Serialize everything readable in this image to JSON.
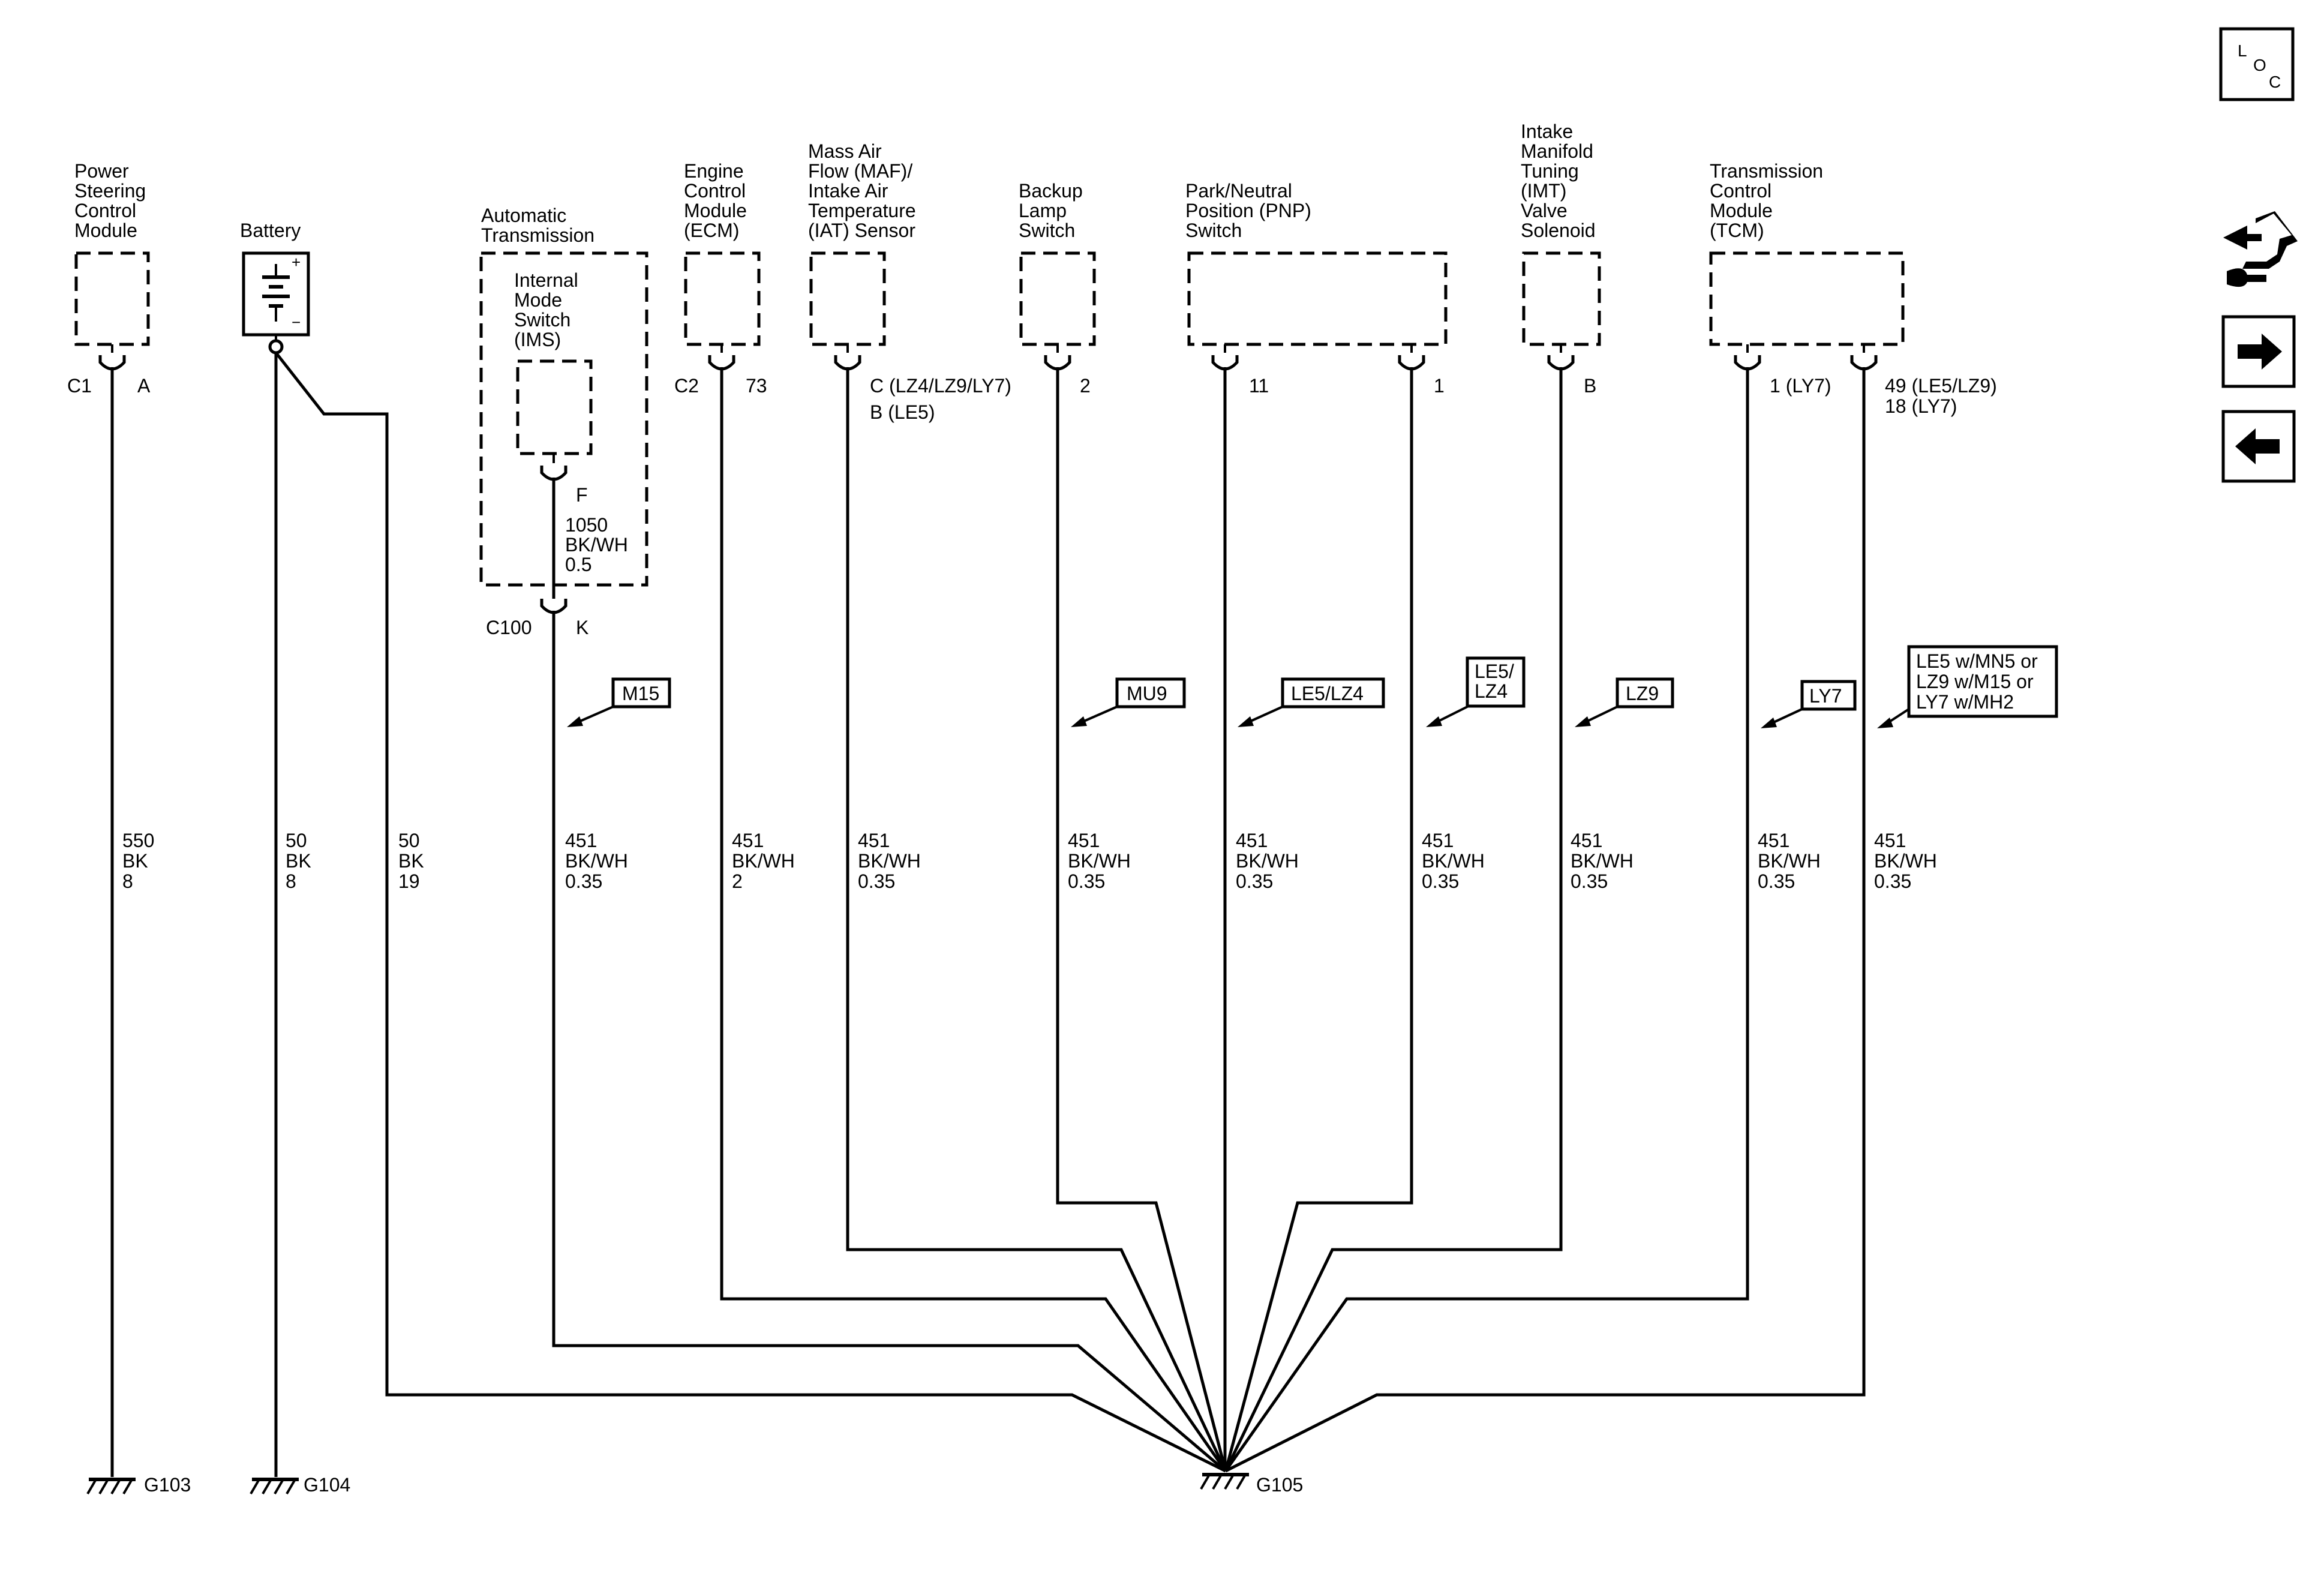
{
  "components": {
    "pscm": [
      "Power",
      "Steering",
      "Control",
      "Module"
    ],
    "battery": [
      "Battery"
    ],
    "auto_trans": [
      "Automatic",
      "Transmission"
    ],
    "ims": [
      "Internal",
      "Mode",
      "Switch",
      "(IMS)"
    ],
    "ecm": [
      "Engine",
      "Control",
      "Module",
      "(ECM)"
    ],
    "maf": [
      "Mass Air",
      "Flow (MAF)/",
      "Intake Air",
      "Temperature",
      "(IAT) Sensor"
    ],
    "backup": [
      "Backup",
      "Lamp",
      "Switch"
    ],
    "pnp": [
      "Park/Neutral",
      "Position (PNP)",
      "Switch"
    ],
    "imt": [
      "Intake",
      "Manifold",
      "Tuning",
      "(IMT)",
      "Valve",
      "Solenoid"
    ],
    "tcm": [
      "Transmission",
      "Control",
      "Module",
      "(TCM)"
    ]
  },
  "pins": {
    "pscm_conn": "C1",
    "pscm_pin": "A",
    "ims_pin": "F",
    "c100_conn": "C100",
    "c100_pin": "K",
    "ecm_conn": "C2",
    "ecm_pin": "73",
    "maf_pin_1": "C (LZ4/LZ9/LY7)",
    "maf_pin_2": "B (LE5)",
    "backup_pin": "2",
    "pnp_pin_1": "11",
    "pnp_pin_2": "1",
    "imt_pin": "B",
    "tcm_pin_1": "1 (LY7)",
    "tcm_pin_2a": "49 (LE5/LZ9)",
    "tcm_pin_2b": "18 (LY7)"
  },
  "wires": {
    "pscm": [
      "550",
      "BK",
      "8"
    ],
    "bat1": [
      "50",
      "BK",
      "8"
    ],
    "bat2": [
      "50",
      "BK",
      "19"
    ],
    "ims": [
      "1050",
      "BK/WH",
      "0.5"
    ],
    "w451": [
      "451",
      "BK/WH",
      "0.35"
    ],
    "ecm": [
      "451",
      "BK/WH",
      "2"
    ]
  },
  "options": {
    "m15": "M15",
    "mu9": "MU9",
    "le5lz4": "LE5/LZ4",
    "le5lz4_stack": [
      "LE5/",
      "LZ4"
    ],
    "lz9": "LZ9",
    "ly7": "LY7",
    "multi": [
      "LE5 w/MN5 or",
      "LZ9 w/M15 or",
      "LY7 w/MH2"
    ]
  },
  "grounds": {
    "g103": "G103",
    "g104": "G104",
    "g105": "G105"
  },
  "battery_signs": {
    "plus": "+",
    "minus": "−"
  },
  "loc": {
    "l": "L",
    "o": "O",
    "c": "C"
  },
  "nav_icons": [
    "component-locator-icon",
    "next-page-icon",
    "previous-page-icon"
  ]
}
